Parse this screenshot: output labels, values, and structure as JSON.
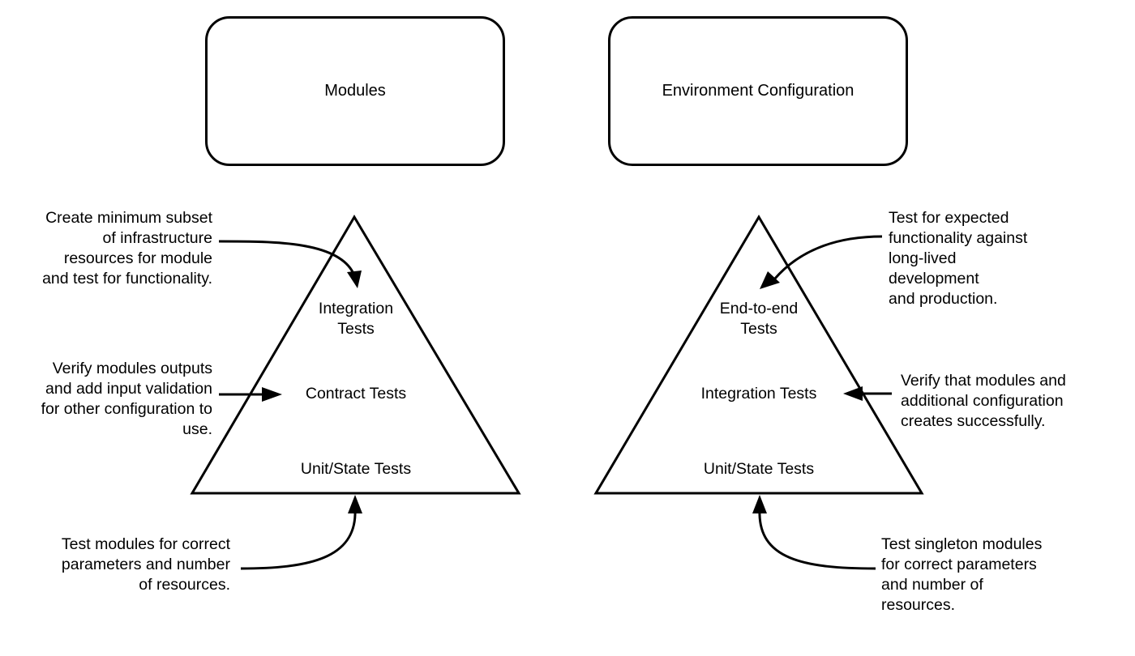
{
  "boxes": {
    "left": "Modules",
    "right": "Environment Configuration"
  },
  "left_pyramid": {
    "top_line1": "Integration",
    "top_line2": "Tests",
    "middle": "Contract Tests",
    "bottom": "Unit/State Tests"
  },
  "right_pyramid": {
    "top_line1": "End-to-end",
    "top_line2": "Tests",
    "middle": "Integration Tests",
    "bottom": "Unit/State Tests"
  },
  "annotations": {
    "left_top": [
      "Create minimum subset",
      "of infrastructure",
      "resources for module",
      "and test for functionality."
    ],
    "left_middle": [
      "Verify modules outputs",
      "and add input validation",
      "for other configuration to",
      "use."
    ],
    "left_bottom": [
      "Test modules for correct",
      "parameters and number",
      "of resources."
    ],
    "right_top": [
      "Test for expected",
      "functionality against",
      "long-lived",
      "development",
      "and production."
    ],
    "right_middle": [
      "Verify that modules and",
      "additional configuration",
      "creates successfully."
    ],
    "right_bottom": [
      "Test singleton modules",
      "for correct parameters",
      "and number of",
      "resources."
    ]
  },
  "colors": {
    "stroke": "#000000",
    "background": "#ffffff"
  }
}
